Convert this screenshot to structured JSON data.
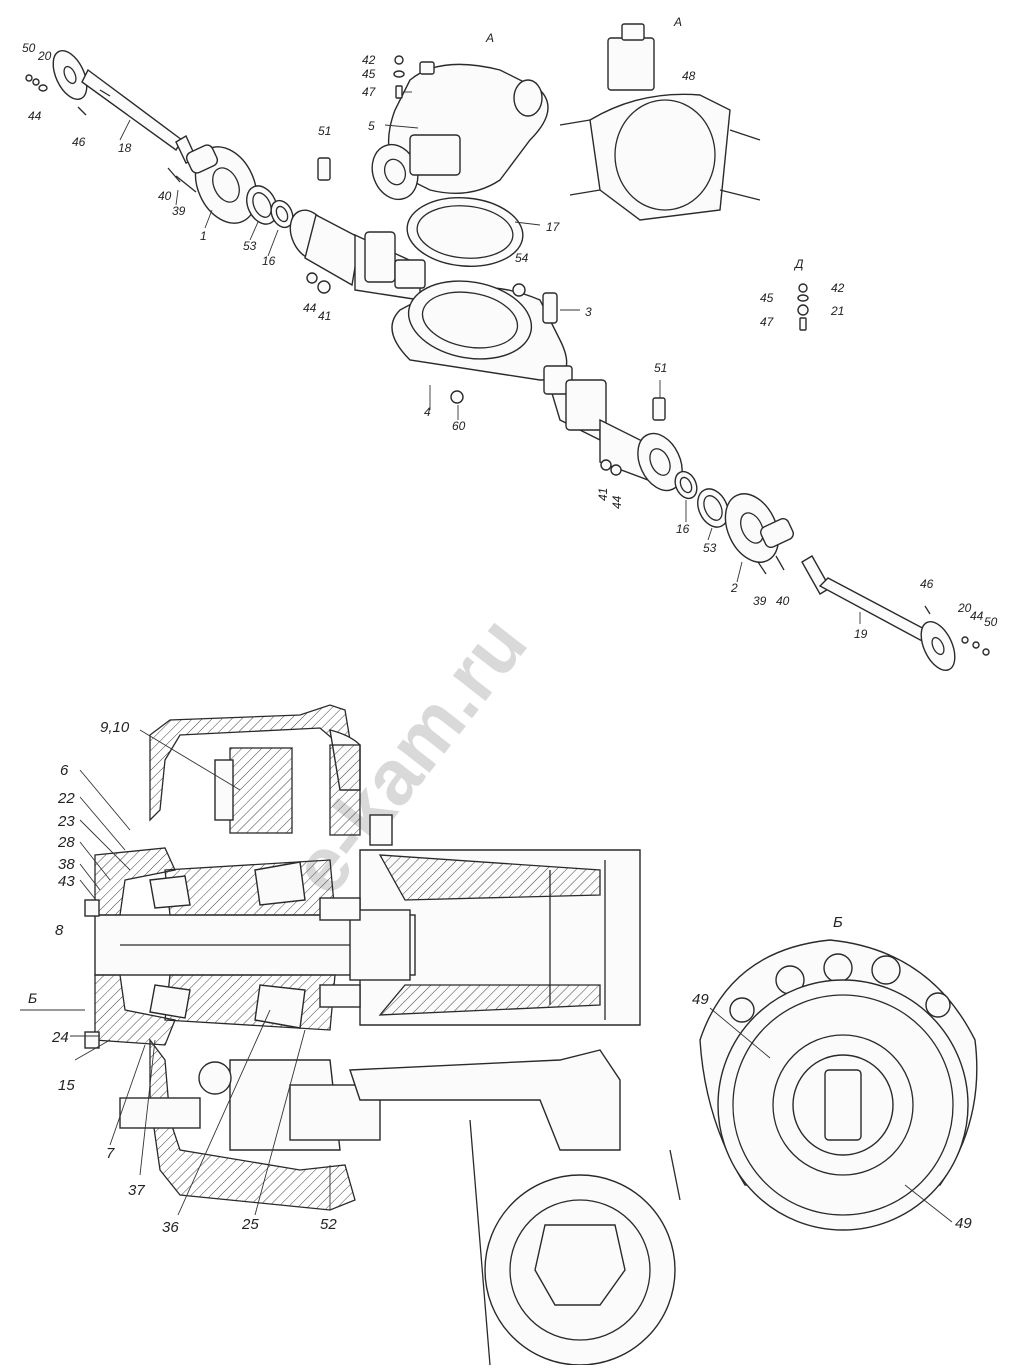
{
  "watermark": "e-kam.ru",
  "views": {
    "view_a": "А",
    "view_d": "Д",
    "view_b": "Б",
    "arrow_a": "А",
    "arrow_b": "Б"
  },
  "callouts": {
    "c50_top": "50",
    "c20_top": "20",
    "c44_top": "44",
    "c46_top": "46",
    "c18": "18",
    "c40_left": "40",
    "c39_left": "39",
    "c1": "1",
    "c53_left": "53",
    "c16_left": "16",
    "c51_top": "51",
    "c44_mid": "44",
    "c41_mid": "41",
    "c42_top": "42",
    "c45_top": "45",
    "c47_top": "47",
    "c5": "5",
    "c17": "17",
    "c54": "54",
    "c3": "3",
    "c4": "4",
    "c60": "60",
    "c48": "48",
    "c42_d": "42",
    "c45_d": "45",
    "c21": "21",
    "c47_d": "47",
    "c51_right": "51",
    "c41_right": "41",
    "c44_right": "44",
    "c16_right": "16",
    "c53_right": "53",
    "c2": "2",
    "c39_right": "39",
    "c40_right": "40",
    "c46_right": "46",
    "c20_right": "20",
    "c44_far": "44",
    "c50_right": "50",
    "c19": "19",
    "c9_10": "9,10",
    "c6": "6",
    "c22": "22",
    "c23": "23",
    "c28": "28",
    "c38": "38",
    "c43": "43",
    "c8": "8",
    "c24": "24",
    "c15": "15",
    "c7": "7",
    "c37": "37",
    "c36": "36",
    "c25": "25",
    "c52": "52",
    "c49_top": "49",
    "c49_bottom": "49"
  }
}
